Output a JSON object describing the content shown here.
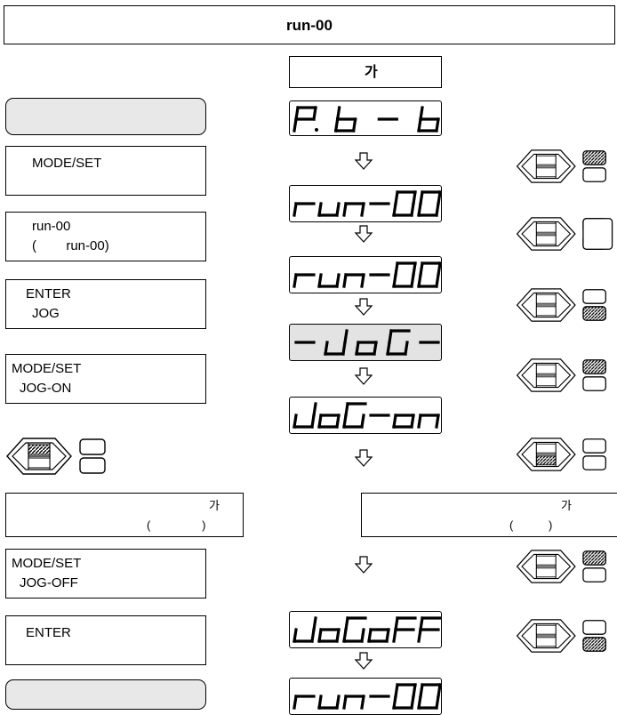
{
  "title": "run-00",
  "subtitle": "가",
  "steps": [
    {
      "lines": [
        "MODE/SET"
      ]
    },
    {
      "lines": [
        "run-00",
        "(        run-00)"
      ]
    },
    {
      "lines": [
        "ENTER",
        "JOG"
      ]
    },
    {
      "lines": [
        "MODE/SET",
        "JOG-ON"
      ]
    },
    {
      "lines": [
        "MODE/SET",
        "JOG-OFF"
      ]
    },
    {
      "lines": [
        "ENTER"
      ]
    }
  ],
  "note_left": {
    "line1": "가",
    "line2": "(                )"
  },
  "note_right": {
    "line1": "가",
    "line2": "(           )"
  },
  "displays": [
    "P. b-b",
    "run-00",
    "run-00",
    "-JoG-",
    "JoG-on",
    "JoGoFF",
    "run-00"
  ],
  "controls": [
    {
      "active": "top-right"
    },
    {
      "active": "none"
    },
    {
      "active": "bottom-right"
    },
    {
      "active": "top-right"
    },
    {
      "active": "bottom-left"
    },
    {
      "active": "top-right"
    },
    {
      "active": "bottom-right"
    },
    {
      "active": "top-left-small"
    }
  ]
}
